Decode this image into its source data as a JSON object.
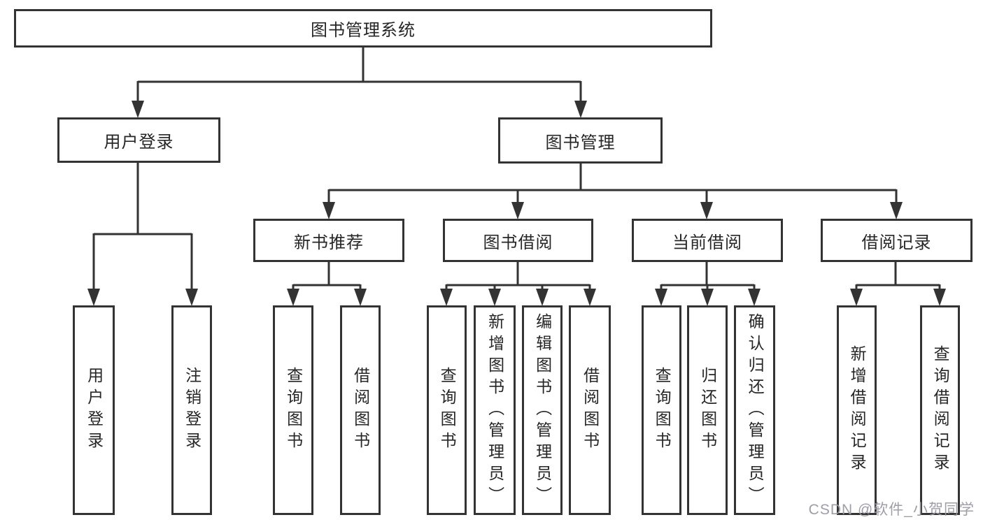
{
  "diagram": {
    "title": "图书管理系统",
    "root": {
      "label": "图书管理系统"
    },
    "level2": [
      {
        "label": "用户登录"
      },
      {
        "label": "图书管理"
      }
    ],
    "level3": [
      {
        "label": "新书推荐",
        "parent": "图书管理"
      },
      {
        "label": "图书借阅",
        "parent": "图书管理"
      },
      {
        "label": "当前借阅",
        "parent": "图书管理"
      },
      {
        "label": "借阅记录",
        "parent": "图书管理"
      }
    ],
    "leaves": [
      {
        "label": "用户登录",
        "parent": "用户登录"
      },
      {
        "label": "注销登录",
        "parent": "用户登录"
      },
      {
        "label": "查询图书",
        "parent": "新书推荐"
      },
      {
        "label": "借阅图书",
        "parent": "新书推荐"
      },
      {
        "label": "查询图书",
        "parent": "图书借阅"
      },
      {
        "label": "新增图书（管理员）",
        "parent": "图书借阅"
      },
      {
        "label": "编辑图书（管理员）",
        "parent": "图书借阅"
      },
      {
        "label": "借阅图书",
        "parent": "图书借阅"
      },
      {
        "label": "查询图书",
        "parent": "当前借阅"
      },
      {
        "label": "归还图书",
        "parent": "当前借阅"
      },
      {
        "label": "确认归还（管理员）",
        "parent": "当前借阅"
      },
      {
        "label": "新增借阅记录",
        "parent": "借阅记录"
      },
      {
        "label": "查询借阅记录",
        "parent": "借阅记录"
      }
    ],
    "colors": {
      "line": "#333333",
      "box_border": "#333333",
      "text": "#262626",
      "background": "#ffffff",
      "watermark": "#9999a2"
    }
  },
  "watermark": {
    "text": "CSDN @软件_小贺同学"
  }
}
